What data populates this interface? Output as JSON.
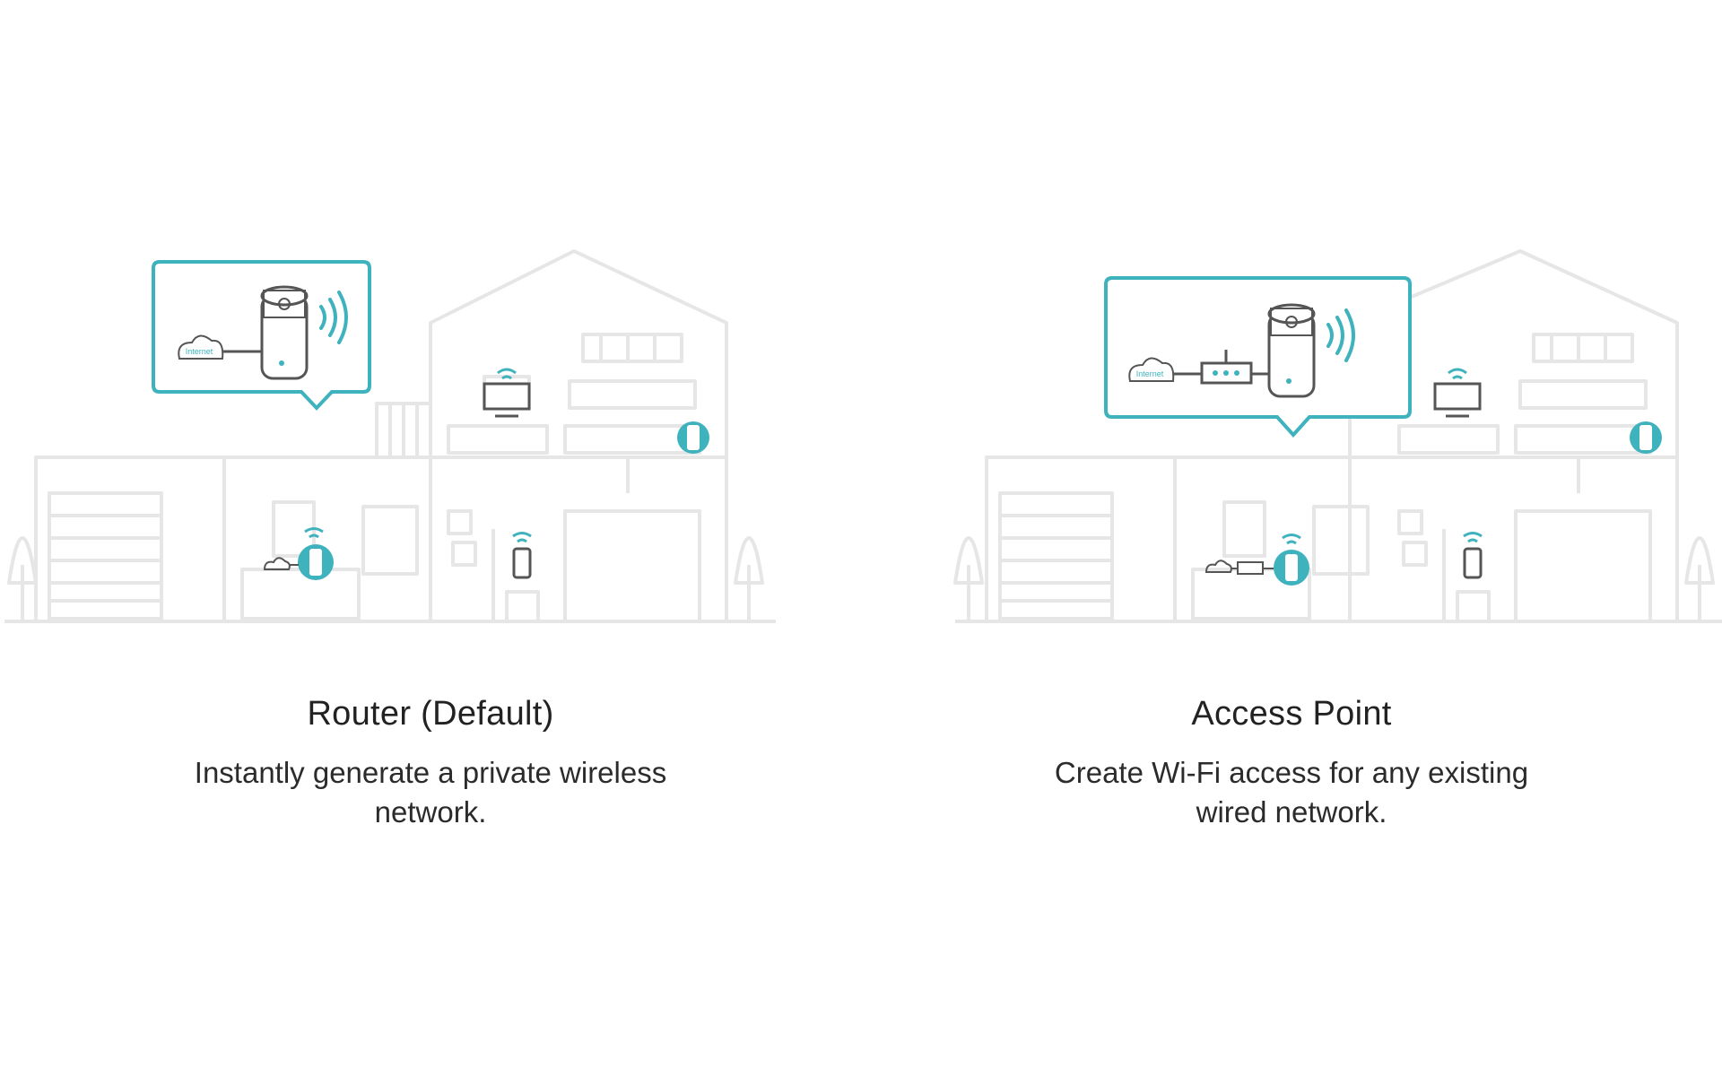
{
  "colors": {
    "accent": "#3eb2bd",
    "line": "#e6e6e6",
    "text": "#222222"
  },
  "modes": [
    {
      "title": "Router (Default)",
      "description": "Instantly generate a private wireless network.",
      "callout_cloud_label": "Internet",
      "callout_icons": [
        "cloud-icon",
        "deco-unit-icon",
        "wifi-waves-icon"
      ],
      "selected": false
    },
    {
      "title": "Access Point",
      "description": "Create Wi-Fi access for any existing wired network.",
      "callout_cloud_label": "Internet",
      "callout_icons": [
        "cloud-icon",
        "modem-router-icon",
        "deco-unit-icon",
        "wifi-waves-icon"
      ],
      "selected": false
    }
  ]
}
